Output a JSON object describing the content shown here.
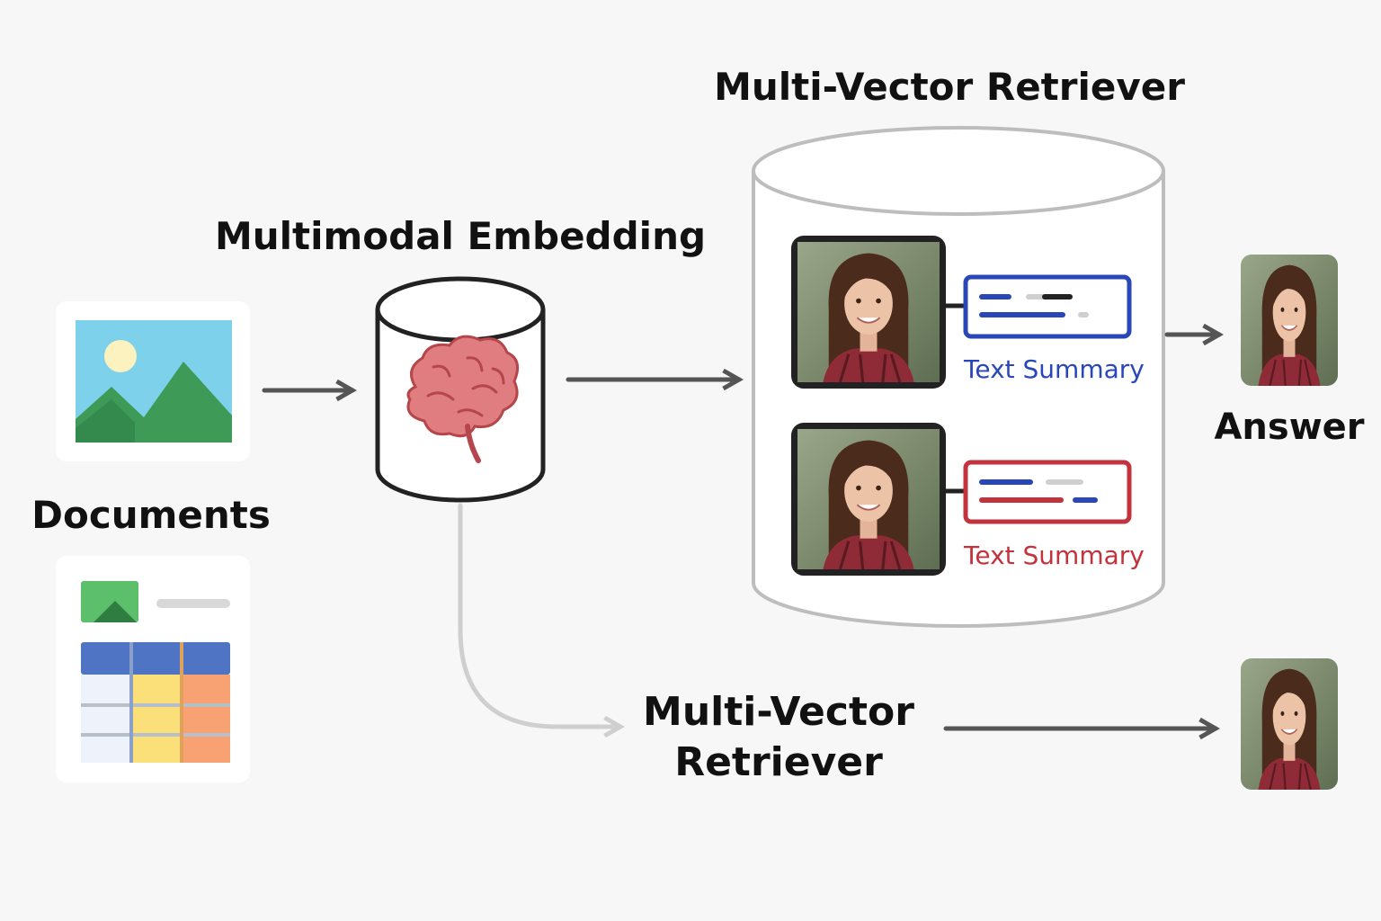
{
  "labels": {
    "multi_vector_title": "Multi-Vector Retriever",
    "multimodal_embedding": "Multimodal Embedding",
    "documents": "Documents",
    "answer": "Answer",
    "multi_vector_bottom_line1": "Multi-Vector",
    "multi_vector_bottom_line2": "Retriever"
  },
  "summaries": [
    {
      "label": "Text Summary",
      "color": "#2a47b8"
    },
    {
      "label": "Text Summary",
      "color": "#c2333d"
    }
  ],
  "icons": [
    "image-document-icon",
    "table-document-icon",
    "brain-icon",
    "database-icon",
    "portrait-icon"
  ],
  "colors": {
    "background": "#f7f7f7",
    "arrow": "#555555",
    "faded_arrow": "#cfcfcf",
    "summary_blue": "#2a47b8",
    "summary_red": "#c2333d",
    "brain": "#e07d80"
  }
}
